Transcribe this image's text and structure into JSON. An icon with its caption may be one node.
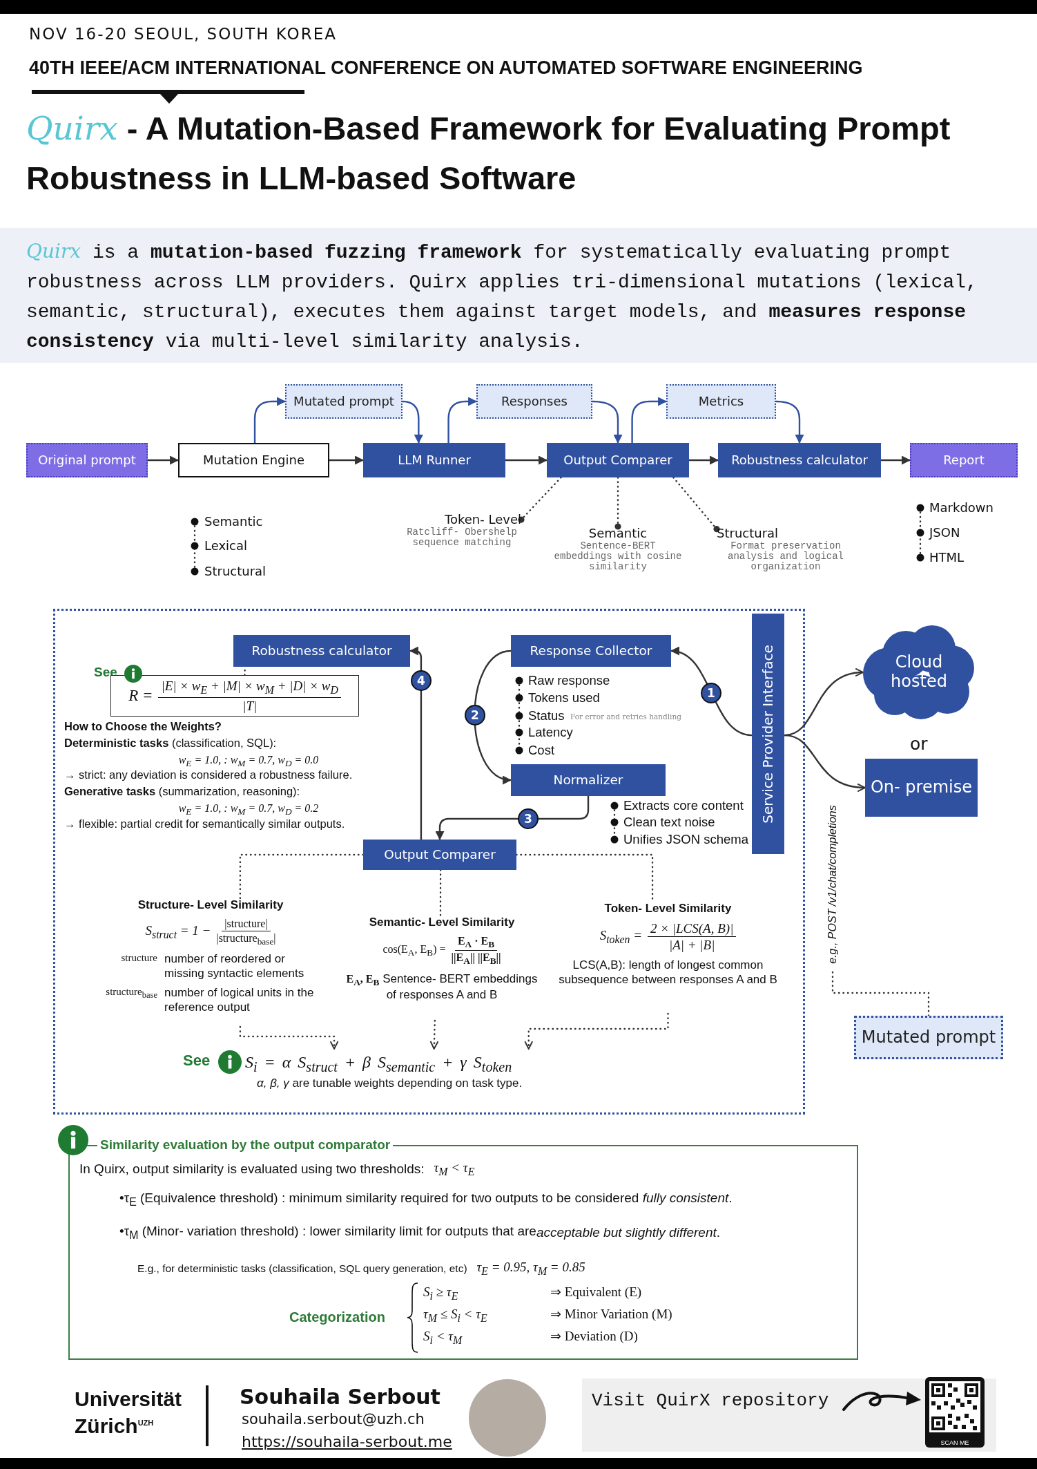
{
  "diagram": {
    "title": "*Quirx* - A Mutation-Based Framework for Evaluating Prompt Robustness in LLM-based Software",
    "nodes": [
      {
        "text": [
          "Original prompt"
        ]
      },
      {
        "text": [
          "Mutation Engine"
        ],
        "beside": [
          "Semantic",
          "Lexical",
          "Structural"
        ]
      },
      {
        "text": [
          "LLM Runner"
        ]
      },
      {
        "text": [
          "Output Comparer"
        ]
      },
      {
        "text": [
          "Robustness calculator"
        ]
      },
      {
        "text": [
          "Report"
        ],
        "beside": [
          "Markdown",
          "JSON",
          "HTML"
        ]
      },
      {
        "text": [
          "Mutated prompt"
        ]
      },
      {
        "text": [
          "Responses"
        ]
      },
      {
        "text": [
          "Metrics"
        ]
      },
      {
        "text": [
          "Token- Level",
          "Ratcliff- Obershelp sequence matching"
        ]
      },
      {
        "text": [
          "Semantic",
          "Sentence-BERT embeddings with cosine similarity"
        ]
      },
      {
        "text": [
          "Structural",
          "Format preservation analysis and logical organization"
        ]
      },
      {
        "text": [
          "Robustness calculator"
        ]
      },
      {
        "text": [
          "Response Collector"
        ],
        "beside": [
          "Raw response",
          "Tokens used",
          "Status",
          "For error and retries handling",
          "Latency",
          "Cost"
        ]
      },
      {
        "text": [
          "Normalizer"
        ],
        "beside": [
          "Extracts core content",
          "Clean text noise",
          "Unifies JSON schema"
        ]
      },
      {
        "text": [
          "Output Comparer"
        ]
      },
      {
        "text": [
          "Service Provider Interface"
        ]
      },
      {
        "text": [
          "Cloud hosted"
        ]
      },
      {
        "text": [
          "On- premise"
        ]
      },
      {
        "text": [
          "Mutated prompt"
        ]
      },
      {
        "text": [
          "R =",
          "|E| × w$_{E}$ + |M| × w$_{M}$ + |D| × w$_{D}$",
          "|T|"
        ],
        "beside": [
          "See"
        ]
      },
      {
        "text": [
          "Structure- Level Similarity",
          "S$_{struct}$ = 1 −",
          "|structure|",
          "|structure$_{base}$|",
          "structure",
          "number of reordered or missing syntactic elements",
          "structure$_{base}$",
          "number of logical units in the reference output"
        ]
      },
      {
        "text": [
          "Semantic- Level Similarity",
          "cos(E$_{A}$, E$_{B}$) =",
          "E$_{A}$ · E$_{B}$",
          "||E$_{A}$|| ||E$_{B}$||",
          "E$_{A}$, E$_{B}$",
          "Sentence- BERT embeddings of responses A and B"
        ]
      },
      {
        "text": [
          "Token- Level Similarity",
          "S$_{token}$ =",
          "2 × |LCS(A, B)|",
          "|A| + |B|",
          "LCS(A,B): length of longest common subsequence between responses A and B"
        ]
      },
      {
        "text": [
          "S$_{i}$ = α S$_{struct}$ + β S$_{semantic}$ + γ S$_{token}$"
        ],
        "beside": [
          "See"
        ]
      },
      {
        "text": [
          "Similarity evaluation by the output comparator",
          "In Quirx, output similarity is evaluated using two thresholds:",
          "τ$_{M}$ < τ$_{E}$",
          "•τ$_{E}$ (Equivalence threshold) : minimum similarity required for two outputs to be considered *fully consistent*.",
          "•τ$_{M}$ (Minor- variation threshold) : lower similarity limit for outputs that are",
          "acceptable but slightly different",
          ".",
          "E.g., for deterministic tasks (classification, SQL query generation, etc)",
          "τ$_{E}$ = 0.95, τ$_{M}$ = 0.85",
          "Categorization",
          "S$_{i}$ ≥ τ$_{E}$",
          "⇒ Equivalent (E)",
          "τ$_{M}$ ≤ S$_{i}$ < τ$_{E}$",
          "⇒ Minor Variation (M)",
          "S$_{i}$ < τ$_{M}$",
          "⇒ Deviation (D)"
        ]
      },
      {
        "text": [
          "e.g., POST /v1/chat/completions"
        ]
      },
      {
        "text": [],
        "shape": "bar"
      }
    ],
    "edges": [
      {
        "from": 0,
        "to": 1,
        "arrow": "to"
      },
      {
        "from": 1,
        "to": 2,
        "arrow": "to"
      },
      {
        "from": 2,
        "to": 3,
        "arrow": "to"
      },
      {
        "from": 3,
        "to": 4,
        "arrow": "to"
      },
      {
        "from": 4,
        "to": 5,
        "arrow": "to"
      },
      {
        "from": 1,
        "to": 6,
        "arrow": "to",
        "color": "#2f51a0"
      },
      {
        "from": 6,
        "to": 2,
        "arrow": "to",
        "color": "#2f51a0"
      },
      {
        "from": 2,
        "to": 7,
        "arrow": "to",
        "color": "#2f51a0"
      },
      {
        "from": 7,
        "to": 3,
        "arrow": "to",
        "color": "#2f51a0"
      },
      {
        "from": 3,
        "to": 8,
        "arrow": "to",
        "color": "#2f51a0"
      },
      {
        "from": 8,
        "to": 4,
        "arrow": "to",
        "color": "#2f51a0"
      },
      {
        "from": 3,
        "to": 9,
        "arrow": "other",
        "style": "dashed"
      },
      {
        "from": 3,
        "to": 10,
        "arrow": "other",
        "style": "dashed"
      },
      {
        "from": 3,
        "to": 11,
        "arrow": "other",
        "style": "dashed"
      },
      {
        "from": 16,
        "to": 13,
        "arrow": "to",
        "label": "1"
      },
      {
        "from": 13,
        "to": 14,
        "arrow": "to",
        "label": "2"
      },
      {
        "from": 14,
        "to": 15,
        "arrow": "to",
        "label": "3"
      },
      {
        "from": 15,
        "to": 12,
        "arrow": "to",
        "label": "4"
      },
      {
        "from": 16,
        "to": 17,
        "arrow": "to"
      },
      {
        "from": 16,
        "to": 18,
        "arrow": "to"
      },
      {
        "from": 19,
        "to": 26,
        "arrow": "none",
        "style": "dashed"
      },
      {
        "from": 20,
        "to": 12,
        "arrow": "none",
        "style": "dashed"
      },
      {
        "from": 15,
        "to": 21,
        "arrow": "none",
        "style": "dashed"
      },
      {
        "from": 15,
        "to": 22,
        "arrow": "none",
        "style": "dashed"
      },
      {
        "from": 15,
        "to": 23,
        "arrow": "none",
        "style": "dashed"
      },
      {
        "from": 21,
        "to": 24,
        "arrow": "to",
        "style": "dashed"
      },
      {
        "from": 22,
        "to": 24,
        "arrow": "to",
        "style": "dashed"
      },
      {
        "from": 23,
        "to": 24,
        "arrow": "to",
        "style": "dashed"
      }
    ],
    "labels": [
      "NOV 16-20 SEOUL, SOUTH KOREA",
      "40TH IEEE/ACM INTERNATIONAL CONFERENCE ON AUTOMATED SOFTWARE ENGINEERING",
      "*Quirx* is a **mutation-based fuzzing framework** for systematically evaluating prompt robustness across LLM providers. Quirx applies tri-dimensional mutations (lexical, semantic, structural), executes them against target models, and **measures response consistency** via multi-level similarity analysis.",
      "or",
      "How to Choose the Weights?",
      "**Deterministic tasks** (classification, SQL):",
      "w$_{E}$ = 1.0, : w$_{M}$ = 0.7, w$_{D}$ = 0.0",
      "→ strict: any deviation is considered a robustness failure.",
      "**Generative tasks** (summarization, reasoning):",
      "w$_{E}$ = 1.0, : w$_{M}$ = 0.7, w$_{D}$ = 0.2",
      "→ flexible: partial credit for semantically similar outputs.",
      "*α, β, γ* are tunable weights depending on task type.",
      "Universität Zürich$^{UZH}$",
      "Souhaila Serbout",
      "souhaila.serbout@uzh.ch",
      "https://souhaila-serbout.me",
      "Visit QuirX repository",
      "SCAN ME"
    ]
  }
}
